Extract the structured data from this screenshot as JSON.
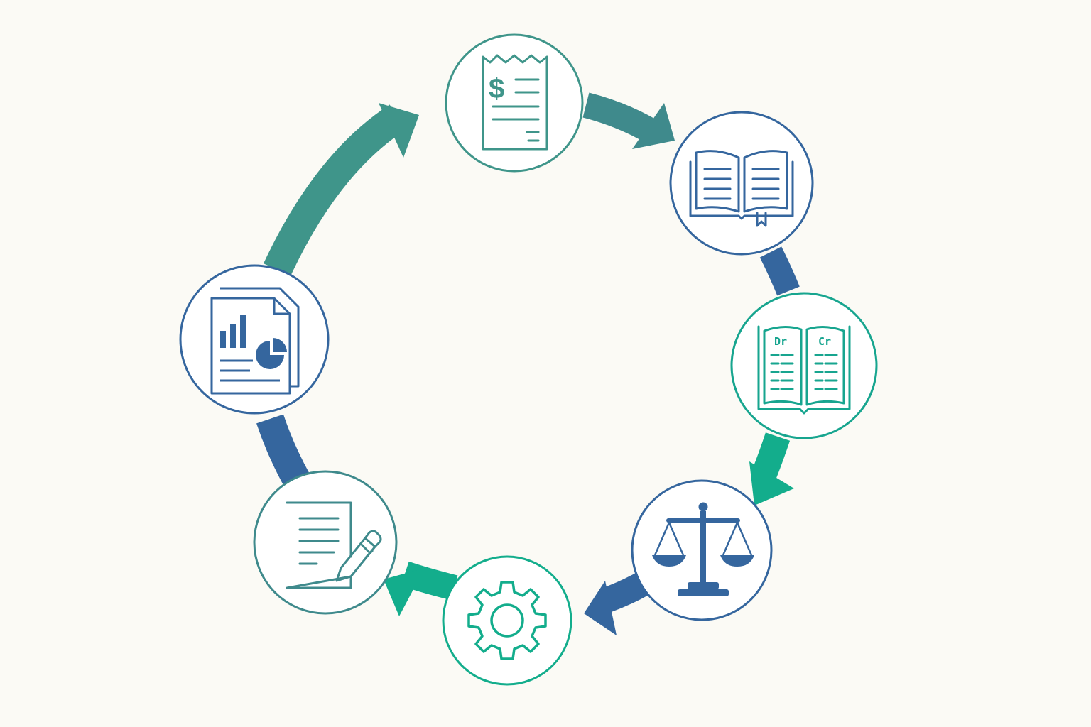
{
  "diagram": {
    "type": "cycle",
    "colors": {
      "background": "#fbfaf5",
      "teal": "#3f958a",
      "blue": "#35669e",
      "green": "#13ad8c",
      "ring_white": "#ffffff"
    },
    "nodes": [
      {
        "id": "receipt",
        "icon": "receipt-dollar-icon",
        "color": "#3f958a"
      },
      {
        "id": "journal",
        "icon": "open-book-icon",
        "color": "#35669e"
      },
      {
        "id": "ledger",
        "icon": "ledger-book-icon",
        "color": "#17a58f",
        "labels": {
          "debit": "Dr",
          "credit": "Cr"
        }
      },
      {
        "id": "balance",
        "icon": "scales-icon",
        "color": "#35669e"
      },
      {
        "id": "adjust",
        "icon": "gear-icon",
        "color": "#13ad8c"
      },
      {
        "id": "statement",
        "icon": "document-pencil-icon",
        "color": "#3f8a8c"
      },
      {
        "id": "report",
        "icon": "report-chart-icon",
        "color": "#35669e"
      }
    ],
    "arrows": [
      {
        "from": "report",
        "to": "receipt",
        "color": "#3f958a"
      },
      {
        "from": "receipt",
        "to": "journal",
        "color": "#3f8a8c"
      },
      {
        "from": "journal",
        "to": "ledger",
        "color": "#35669e"
      },
      {
        "from": "ledger",
        "to": "balance",
        "color": "#13ad8c"
      },
      {
        "from": "balance",
        "to": "adjust",
        "color": "#35669e"
      },
      {
        "from": "adjust",
        "to": "statement",
        "color": "#13ad8c"
      },
      {
        "from": "statement",
        "to": "report",
        "color": "#35669e"
      }
    ]
  }
}
